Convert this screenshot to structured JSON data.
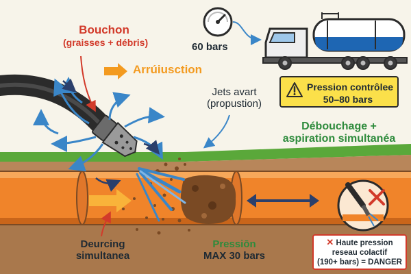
{
  "labels": {
    "bouchon_title": "Bouchon",
    "bouchon_sub": "(graisses + débris)",
    "arrow_text": "Arrúiusction",
    "gauge_value": "60 bars",
    "jets_line1": "Jets avart",
    "jets_line2": "(propustion)",
    "pressure_line1": "Pression contrôlee",
    "pressure_line2": "50–80 bars",
    "debouchage_line1": "Débouchage +",
    "debouchage_line2": "aspiration simultanéa",
    "deurcing_line1": "Deurcing",
    "deurcing_line2": "simultanea",
    "pmax_line1": "Pressiōn",
    "pmax_line2": "MAX 30 bars",
    "danger_line1": "Haute pression",
    "danger_line2": "reseau coIactif",
    "danger_line3": "(190+ bars) = DANGER"
  },
  "colors": {
    "pipe_orange": "#f0842a",
    "soil_brown": "#b8865a",
    "grass_green": "#5aa83a",
    "jet_blue": "#3a86c8",
    "danger_red": "#d23a2a",
    "warning_yellow": "#fbe04a",
    "debris_brown": "#7a4a24",
    "truck_tank_blue": "#1e66b3"
  },
  "icons": {
    "gauge": "pressure-gauge-icon",
    "warning": "warning-triangle-icon",
    "danger": "cross-icon"
  }
}
